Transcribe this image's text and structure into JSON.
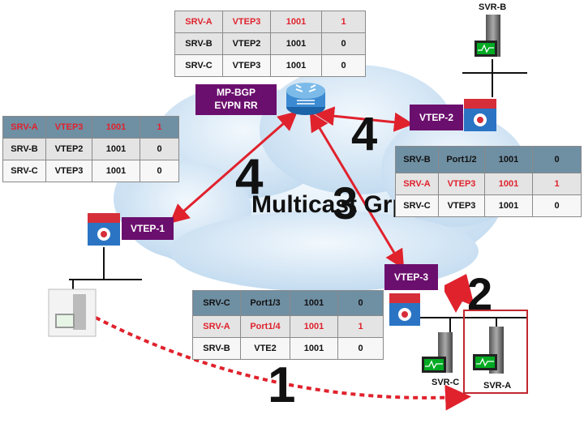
{
  "cloud_label": "Multicast Grp",
  "rr_label": [
    "MP-BGP",
    "EVPN RR"
  ],
  "vteps": {
    "v1": "VTEP-1",
    "v2": "VTEP-2",
    "v3": "VTEP-3"
  },
  "servers": {
    "b": "SVR-B",
    "c": "SVR-C",
    "a": "SVR-A"
  },
  "steps": {
    "s1": "1",
    "s2": "2",
    "s3": "3",
    "s4a": "4",
    "s4b": "4"
  },
  "tables": {
    "top": [
      [
        "SRV-A",
        "VTEP3",
        "1001",
        "1"
      ],
      [
        "SRV-B",
        "VTEP2",
        "1001",
        "0"
      ],
      [
        "SRV-C",
        "VTEP3",
        "1001",
        "0"
      ]
    ],
    "left": [
      [
        "SRV-A",
        "VTEP3",
        "1001",
        "1"
      ],
      [
        "SRV-B",
        "VTEP2",
        "1001",
        "0"
      ],
      [
        "SRV-C",
        "VTEP3",
        "1001",
        "0"
      ]
    ],
    "right": [
      [
        "SRV-B",
        "Port1/2",
        "1001",
        "0"
      ],
      [
        "SRV-A",
        "VTEP3",
        "1001",
        "1"
      ],
      [
        "SRV-C",
        "VTEP3",
        "1001",
        "0"
      ]
    ],
    "bottom": [
      [
        "SRV-C",
        "Port1/3",
        "1001",
        "0"
      ],
      [
        "SRV-A",
        "Port1/4",
        "1001",
        "1"
      ],
      [
        "SRV-B",
        "VTE2",
        "1001",
        "0"
      ]
    ]
  },
  "colors": {
    "accent": "#e0222d",
    "purple": "#6b0f6e",
    "header": "#6f8fa3",
    "cloud": "#cfe3f3"
  }
}
